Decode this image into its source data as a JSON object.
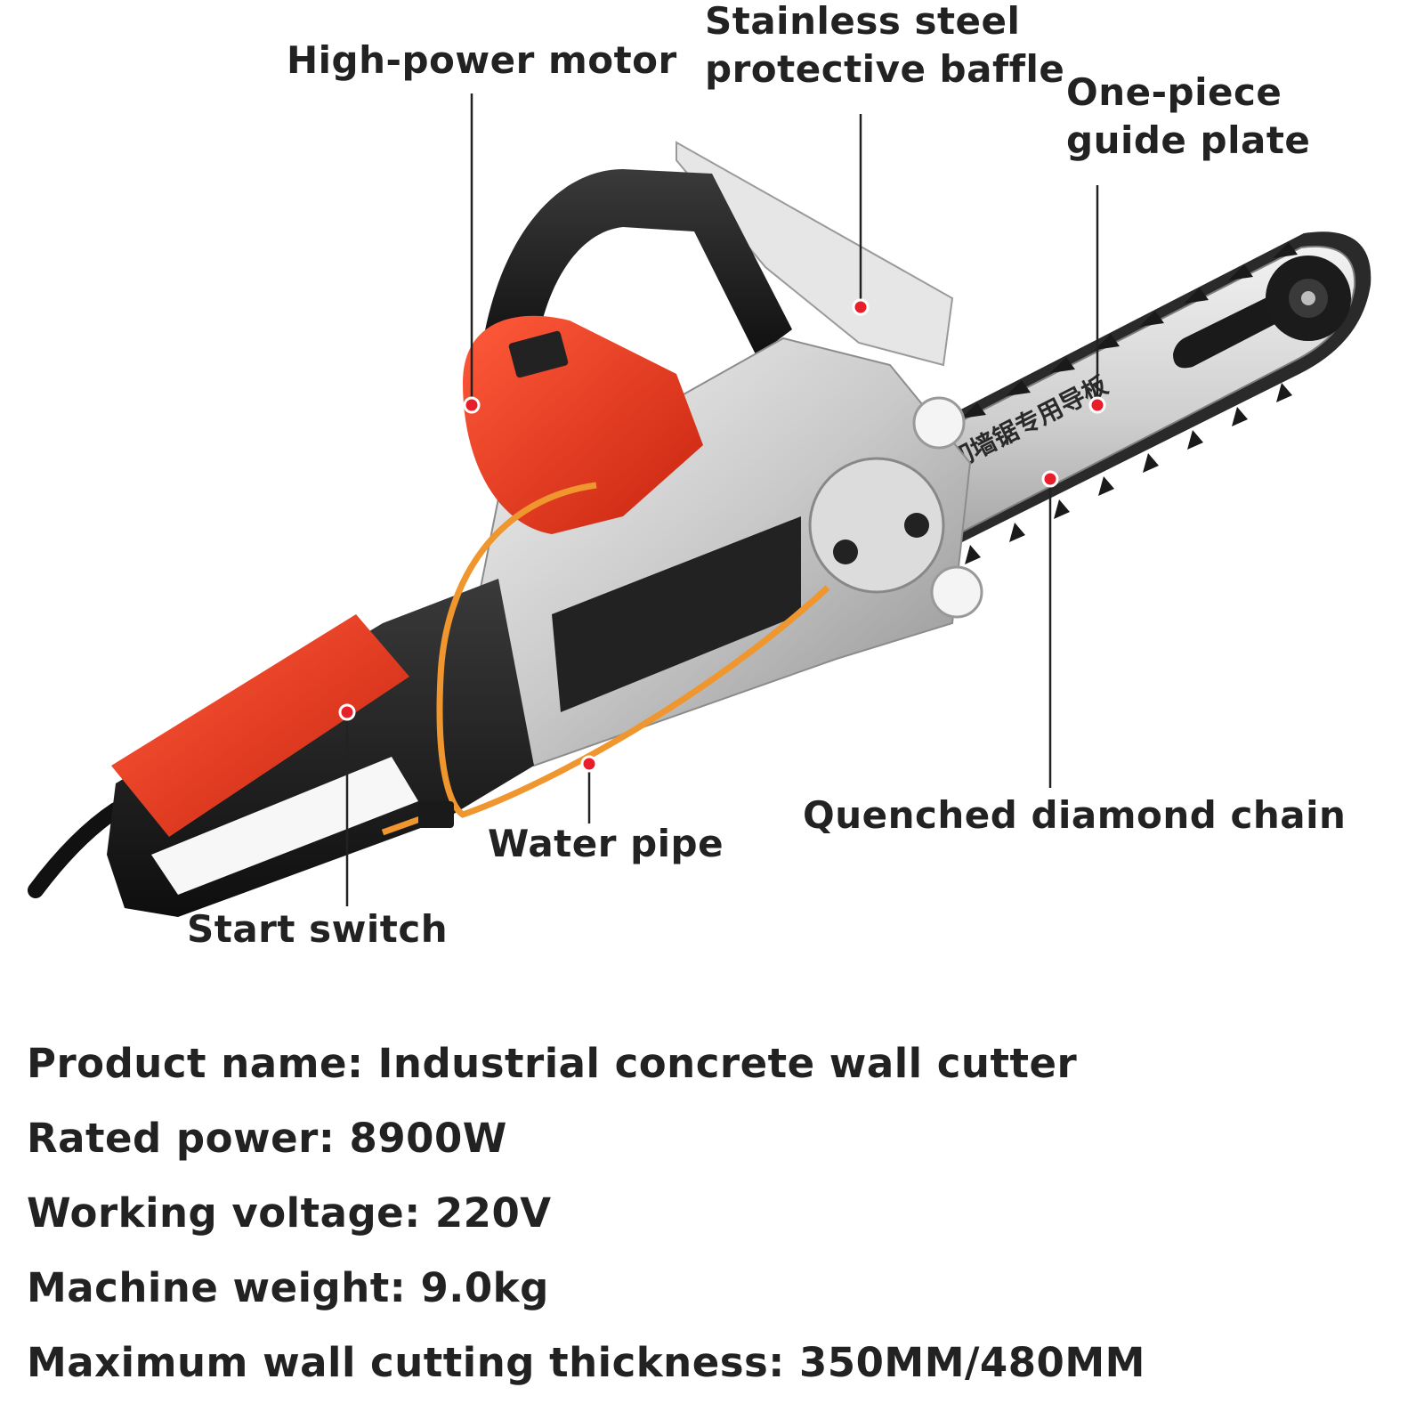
{
  "callouts": {
    "motor": "High-power motor",
    "baffle_line1": "Stainless steel",
    "baffle_line2": "protective baffle",
    "guide_line1": "One-piece",
    "guide_line2": "guide plate",
    "chain": "Quenched diamond chain",
    "water": "Water pipe",
    "switch": "Start switch"
  },
  "bar_text": "切墙锯专用导板",
  "specs": [
    {
      "label": "Product name:",
      "value": "Industrial concrete wall cutter"
    },
    {
      "label": "Rated power:",
      "value": "8900W"
    },
    {
      "label": "Working voltage:",
      "value": "220V"
    },
    {
      "label": "Machine weight:",
      "value": "9.0kg"
    },
    {
      "label": "Maximum wall cutting thickness:",
      "value": "350MM/480MM"
    }
  ],
  "colors": {
    "accent_red": "#e8361d",
    "body_silver": "#d9d9d9",
    "handle_black": "#1c1c1c",
    "water_pipe": "#f0962e",
    "marker_red": "#e81e2a"
  }
}
